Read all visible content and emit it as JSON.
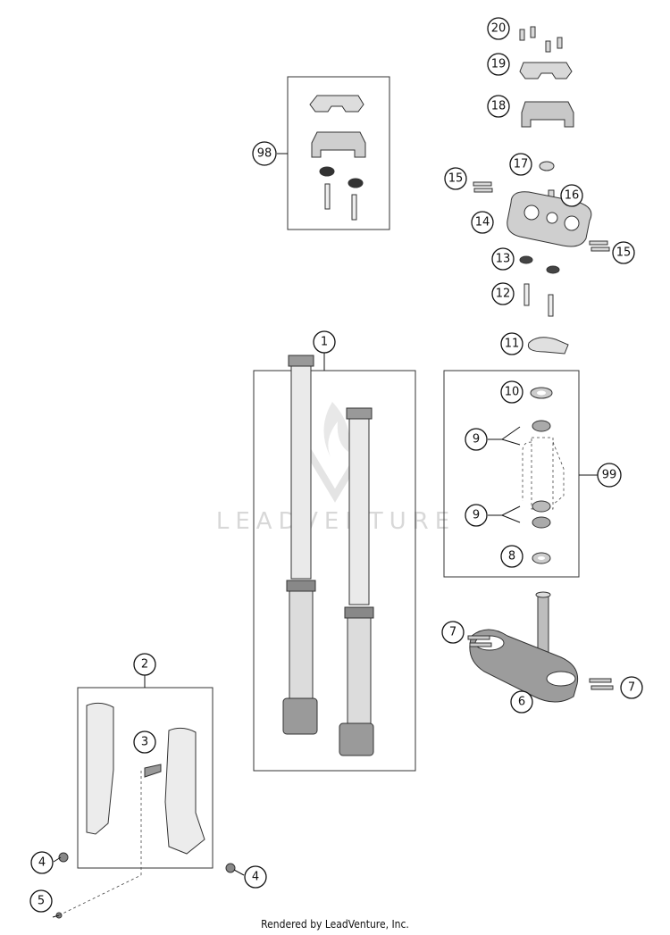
{
  "diagram": {
    "watermark": "LEADVENTURE",
    "footer": "Rendered by LeadVenture, Inc.",
    "callouts": [
      "1",
      "2",
      "3",
      "4",
      "4",
      "5",
      "6",
      "7",
      "7",
      "8",
      "9",
      "9",
      "10",
      "11",
      "12",
      "13",
      "14",
      "15",
      "15",
      "16",
      "17",
      "18",
      "19",
      "20",
      "98",
      "99"
    ]
  }
}
